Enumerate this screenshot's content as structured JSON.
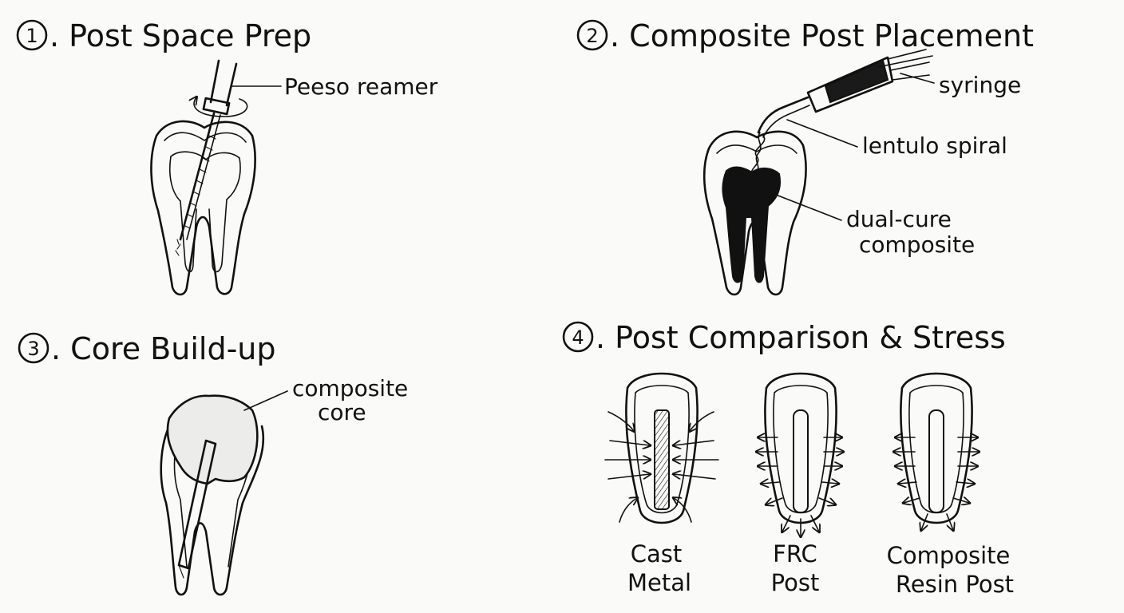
{
  "panels": [
    {
      "number": "1",
      "title": ". Post Space Prep",
      "labels": [
        "Peeso reamer"
      ]
    },
    {
      "number": "2",
      "title": ". Composite Post Placement",
      "labels": [
        "syringe",
        "lentulo spiral",
        "dual-cure",
        "composite"
      ]
    },
    {
      "number": "3",
      "title": ". Core Build-up",
      "labels": [
        "composite",
        "core"
      ]
    },
    {
      "number": "4",
      "title": ". Post Comparison & Stress",
      "posts": [
        {
          "line1": "Cast",
          "line2": "Metal"
        },
        {
          "line1": "FRC",
          "line2": "Post"
        },
        {
          "line1": "Composite",
          "line2": "Resin Post"
        }
      ]
    }
  ]
}
